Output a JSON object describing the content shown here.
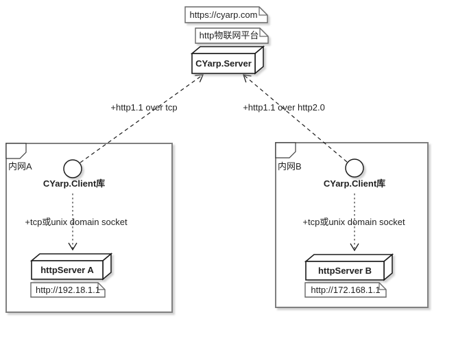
{
  "diagram": {
    "cloud": {
      "url_note": "https://cyarp.com",
      "platform_note": "http物联网平台",
      "server": "CYarp.Server"
    },
    "edges": {
      "left": "+http1.1 over tcp",
      "right": "+http1.1 over http2.0"
    },
    "packages": [
      {
        "name": "内网A",
        "client": "CYarp.Client库",
        "socket": "+tcp或unix domain socket",
        "server": "httpServer A",
        "address": "http://192.18.1.1"
      },
      {
        "name": "内网B",
        "client": "CYarp.Client库",
        "socket": "+tcp或unix domain socket",
        "server": "httpServer B",
        "address": "http://172.168.1.1"
      }
    ]
  },
  "colors": {
    "background": "#ffffff",
    "package_border": "#7f7f7f",
    "shape_border": "#1a1a1a",
    "note_border": "#666666",
    "text": "#1f1f1f",
    "shadow": "#bfbfbf"
  }
}
